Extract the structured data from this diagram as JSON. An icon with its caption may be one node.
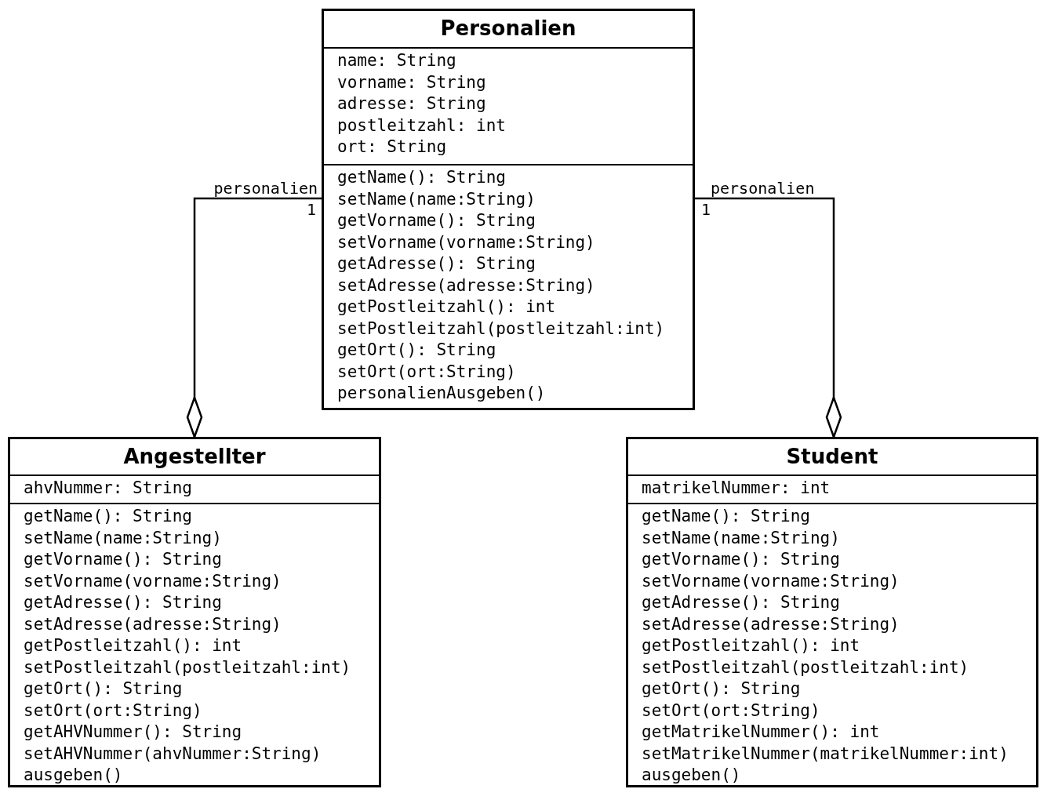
{
  "diagram": {
    "nodes": [
      {
        "text": [
          "Personalien"
        ]
      },
      {
        "text": [
          "name: String",
          "vorname: String",
          "adresse: String",
          "postleitzahl: int",
          "ort: String"
        ],
        "in": 0
      },
      {
        "text": [
          "getName(): String",
          "setName(name:String)",
          "getVorname(): String",
          "setVorname(vorname:String)",
          "getAdresse(): String",
          "setAdresse(adresse:String)",
          "getPostleitzahl(): int",
          "setPostleitzahl(postleitzahl:int)",
          "getOrt(): String",
          "setOrt(ort:String)",
          "personalienAusgeben()"
        ],
        "in": 0
      },
      {
        "text": [
          "Angestellter"
        ]
      },
      {
        "text": [
          "ahvNummer: String"
        ],
        "in": 3
      },
      {
        "text": [
          "getName(): String",
          "setName(name:String)",
          "getVorname(): String",
          "setVorname(vorname:String)",
          "getAdresse(): String",
          "setAdresse(adresse:String)",
          "getPostleitzahl(): int",
          "setPostleitzahl(postleitzahl:int)",
          "getOrt(): String",
          "setOrt(ort:String)",
          "getAHVNummer(): String",
          "setAHVNummer(ahvNummer:String)",
          "ausgeben()"
        ],
        "in": 3
      },
      {
        "text": [
          "Student"
        ]
      },
      {
        "text": [
          "matrikelNummer: int"
        ],
        "in": 6
      },
      {
        "text": [
          "getName(): String",
          "setName(name:String)",
          "getVorname(): String",
          "setVorname(vorname:String)",
          "getAdresse(): String",
          "setAdresse(adresse:String)",
          "getPostleitzahl(): int",
          "setPostleitzahl(postleitzahl:int)",
          "getOrt(): String",
          "setOrt(ort:String)",
          "getMatrikelNummer(): int",
          "setMatrikelNummer(matrikelNummer:int)",
          "ausgeben()"
        ],
        "in": 6
      }
    ],
    "edges": [
      {
        "from": 3,
        "to": 0,
        "arrow": "other",
        "label": "personalien"
      },
      {
        "from": 6,
        "to": 0,
        "arrow": "other",
        "label": "personalien"
      }
    ],
    "labels": [
      "1",
      "1"
    ]
  }
}
